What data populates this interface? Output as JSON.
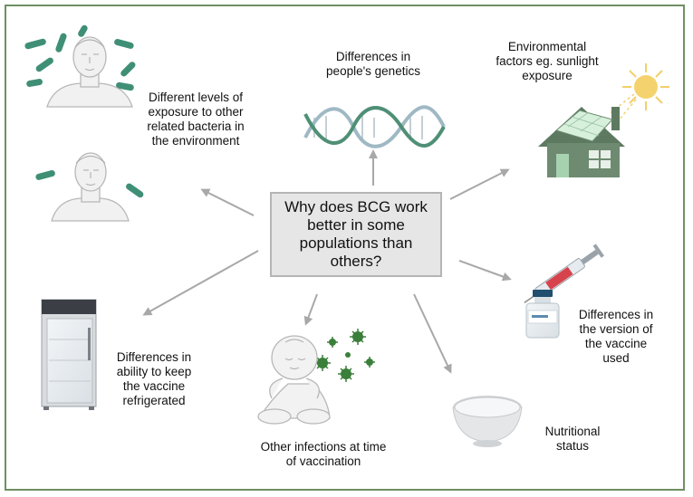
{
  "center_question": "Why does BCG work better in some populations than others?",
  "factors": {
    "bacteria": "Different levels of  exposure to other related bacteria in the environment",
    "genetics": "Differences in people's genetics",
    "environment": "Environmental factors eg. sunlight exposure",
    "vaccine_version": "Differences in the version of the vaccine used",
    "nutrition": "Nutritional status",
    "infections": "Other infections at time of vaccination",
    "refrigeration": "Differences in ability to keep the vaccine refrigerated"
  },
  "colors": {
    "frame": "#6f8f63",
    "arrow": "#a8a8a8",
    "bacteria": "#3f8f76",
    "dna_a": "#4f8f76",
    "dna_b": "#9fb9c4",
    "house": "#6e8a70",
    "sun": "#f2cf6a"
  }
}
